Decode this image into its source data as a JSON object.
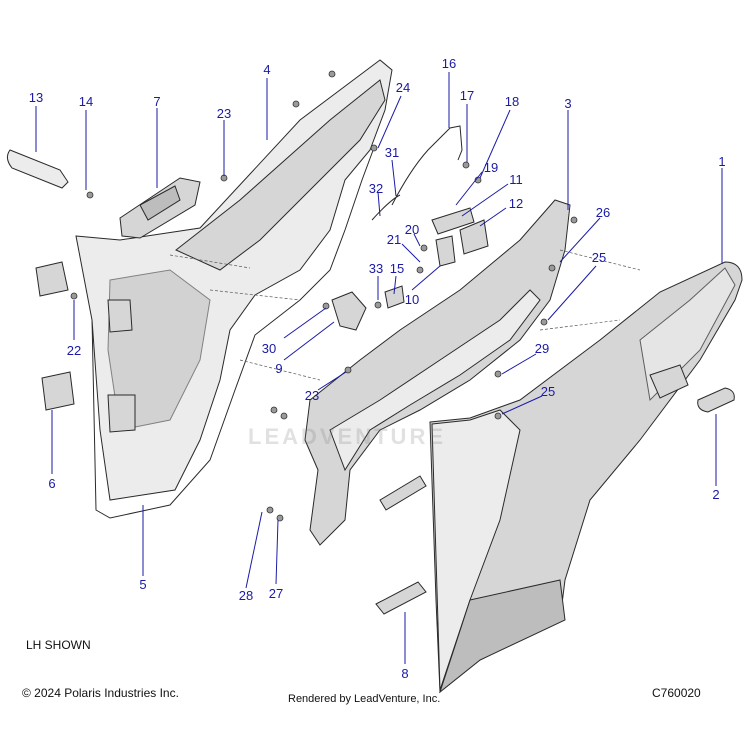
{
  "diagram": {
    "note": "LH SHOWN",
    "copyright": "© 2024 Polaris Industries Inc.",
    "rendered_by": "Rendered by LeadVenture, Inc.",
    "diagram_code": "C760020",
    "watermark": "LEADVENTURE",
    "accent_color": "#1a1aa6",
    "callouts": [
      {
        "id": "13",
        "label": "13"
      },
      {
        "id": "14",
        "label": "14"
      },
      {
        "id": "7",
        "label": "7"
      },
      {
        "id": "23a",
        "label": "23"
      },
      {
        "id": "4",
        "label": "4"
      },
      {
        "id": "24",
        "label": "24"
      },
      {
        "id": "16",
        "label": "16"
      },
      {
        "id": "17",
        "label": "17"
      },
      {
        "id": "18",
        "label": "18"
      },
      {
        "id": "3",
        "label": "3"
      },
      {
        "id": "1",
        "label": "1"
      },
      {
        "id": "31",
        "label": "31"
      },
      {
        "id": "19",
        "label": "19"
      },
      {
        "id": "32",
        "label": "32"
      },
      {
        "id": "11",
        "label": "11"
      },
      {
        "id": "12",
        "label": "12"
      },
      {
        "id": "26",
        "label": "26"
      },
      {
        "id": "20",
        "label": "20"
      },
      {
        "id": "21",
        "label": "21"
      },
      {
        "id": "33",
        "label": "33"
      },
      {
        "id": "15",
        "label": "15"
      },
      {
        "id": "25a",
        "label": "25"
      },
      {
        "id": "10",
        "label": "10"
      },
      {
        "id": "22",
        "label": "22"
      },
      {
        "id": "30",
        "label": "30"
      },
      {
        "id": "9",
        "label": "9"
      },
      {
        "id": "29",
        "label": "29"
      },
      {
        "id": "23b",
        "label": "23"
      },
      {
        "id": "25b",
        "label": "25"
      },
      {
        "id": "6",
        "label": "6"
      },
      {
        "id": "2",
        "label": "2"
      },
      {
        "id": "5",
        "label": "5"
      },
      {
        "id": "28",
        "label": "28"
      },
      {
        "id": "27",
        "label": "27"
      },
      {
        "id": "8",
        "label": "8"
      }
    ]
  }
}
